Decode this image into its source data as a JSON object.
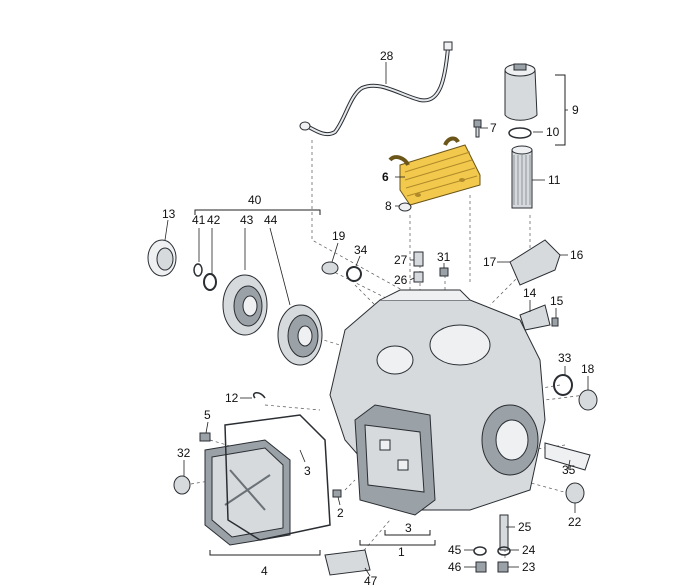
{
  "diagram": {
    "highlight_color": "#f2c94c",
    "callouts": [
      {
        "id": "c28",
        "text": "28"
      },
      {
        "id": "c7",
        "text": "7"
      },
      {
        "id": "c9",
        "text": "9"
      },
      {
        "id": "c10",
        "text": "10"
      },
      {
        "id": "c6",
        "text": "6"
      },
      {
        "id": "c11",
        "text": "11"
      },
      {
        "id": "c8",
        "text": "8"
      },
      {
        "id": "c40",
        "text": "40"
      },
      {
        "id": "c13",
        "text": "13"
      },
      {
        "id": "c41",
        "text": "41"
      },
      {
        "id": "c42",
        "text": "42"
      },
      {
        "id": "c43",
        "text": "43"
      },
      {
        "id": "c44",
        "text": "44"
      },
      {
        "id": "c19",
        "text": "19"
      },
      {
        "id": "c34",
        "text": "34"
      },
      {
        "id": "c27",
        "text": "27"
      },
      {
        "id": "c31",
        "text": "31"
      },
      {
        "id": "c26",
        "text": "26"
      },
      {
        "id": "c17",
        "text": "17"
      },
      {
        "id": "c16",
        "text": "16"
      },
      {
        "id": "c14",
        "text": "14"
      },
      {
        "id": "c15",
        "text": "15"
      },
      {
        "id": "c33",
        "text": "33"
      },
      {
        "id": "c18",
        "text": "18"
      },
      {
        "id": "c12",
        "text": "12"
      },
      {
        "id": "c5",
        "text": "5"
      },
      {
        "id": "c32",
        "text": "32"
      },
      {
        "id": "c3a",
        "text": "3"
      },
      {
        "id": "c35",
        "text": "35"
      },
      {
        "id": "c2",
        "text": "2"
      },
      {
        "id": "c22",
        "text": "22"
      },
      {
        "id": "c3b",
        "text": "3"
      },
      {
        "id": "c25",
        "text": "25"
      },
      {
        "id": "c1",
        "text": "1"
      },
      {
        "id": "c4",
        "text": "4"
      },
      {
        "id": "c45",
        "text": "45"
      },
      {
        "id": "c24",
        "text": "24"
      },
      {
        "id": "c46",
        "text": "46"
      },
      {
        "id": "c23",
        "text": "23"
      },
      {
        "id": "c47",
        "text": "47"
      }
    ]
  }
}
